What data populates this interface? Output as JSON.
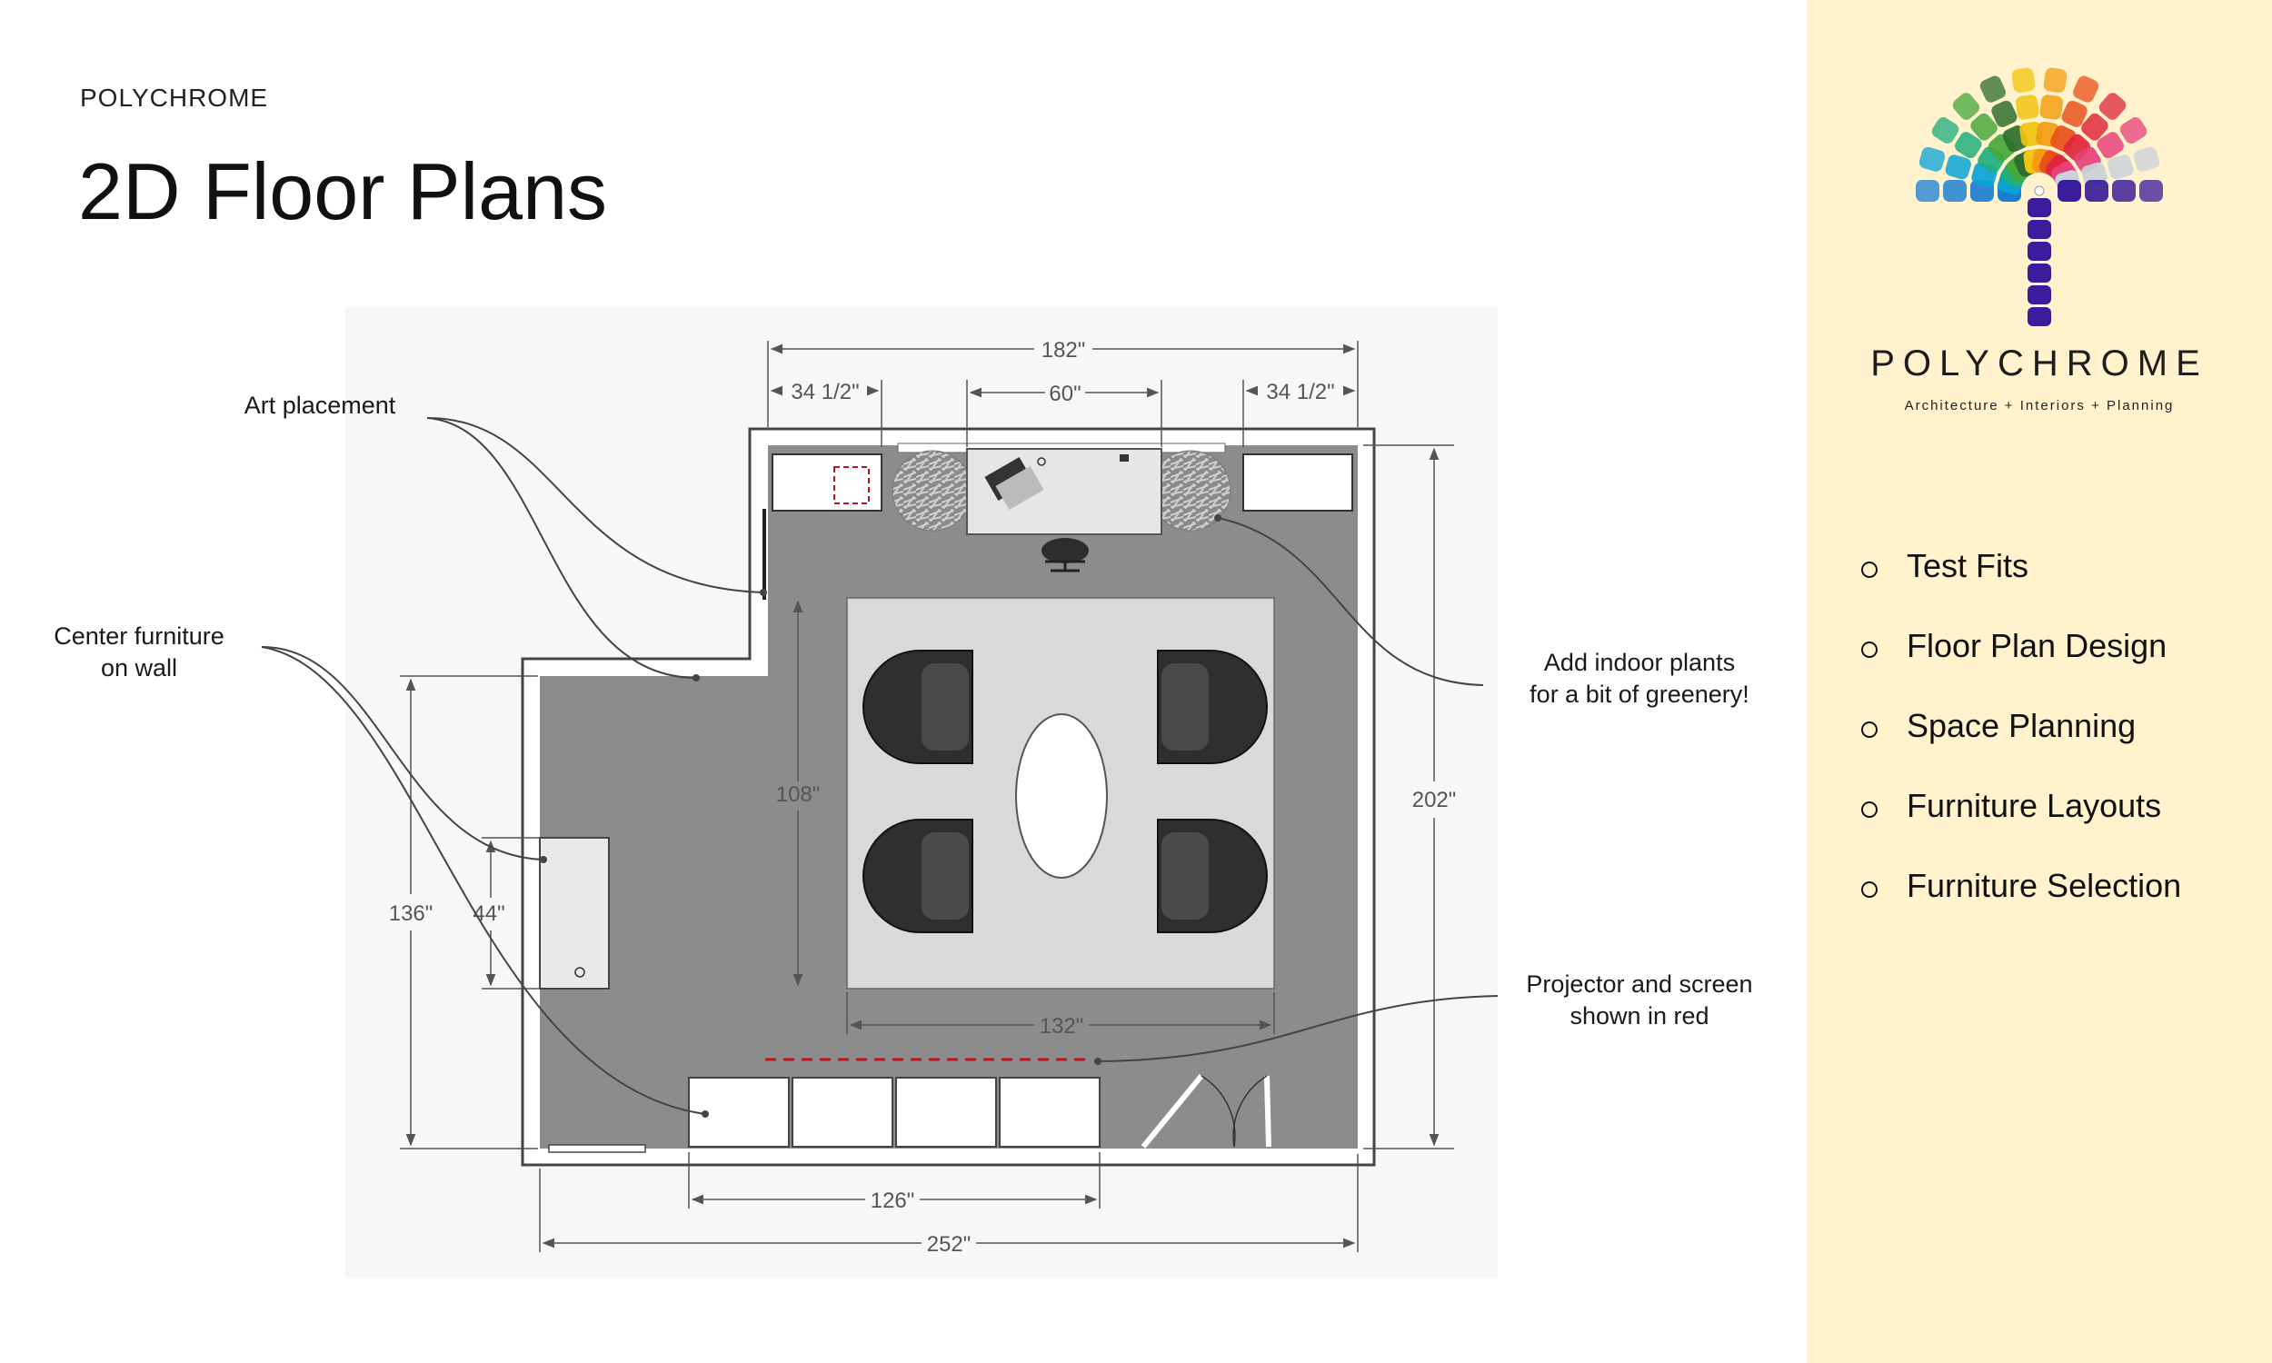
{
  "header": {
    "brand": "POLYCHROME",
    "title": "2D Floor Plans"
  },
  "logo": {
    "name": "POLYCHROME",
    "tagline": "Architecture + Interiors + Planning",
    "swatch_colors": [
      "#1b7fd1",
      "#0aa3d8",
      "#1fae7e",
      "#46a83a",
      "#2f6e2f",
      "#f1c40f",
      "#f39c12",
      "#e8501a",
      "#e0263c",
      "#e8407a",
      "#c9d1d9",
      "#3a1d9a"
    ]
  },
  "services": [
    "Test Fits",
    "Floor Plan Design",
    "Space Planning",
    "Furniture Layouts",
    "Furniture Selection"
  ],
  "annotations": {
    "art": "Art placement",
    "center_line1": "Center furniture",
    "center_line2": "on wall",
    "plants_line1": "Add indoor plants",
    "plants_line2": "for a bit of greenery!",
    "projector_line1": "Projector and screen",
    "projector_line2": "shown in red"
  },
  "dimensions": {
    "top_total": "182\"",
    "top_left": "34 1/2\"",
    "top_center": "60\"",
    "top_right": "34 1/2\"",
    "rug_height": "108\"",
    "right_height": "202\"",
    "left_height": "136\"",
    "console_height": "44\"",
    "rug_width": "132\"",
    "cabinet_width": "126\"",
    "bottom_total": "252\""
  },
  "colors": {
    "side_panel": "#fff2cc",
    "floor": "#8c8c8c",
    "rug": "#d9d9d9",
    "projector_red": "#c0141c"
  }
}
